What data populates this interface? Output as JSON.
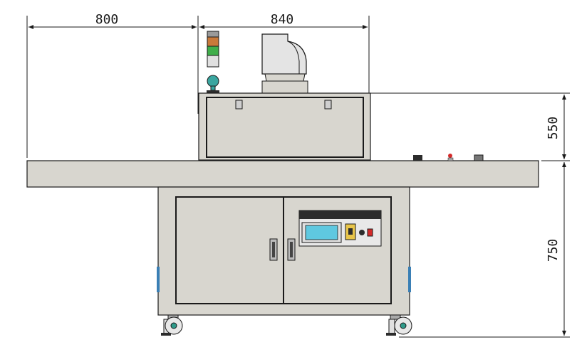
{
  "dimensions": {
    "conveyor_extension_width": "800",
    "lamp_housing_width": "840",
    "lamp_housing_height": "550",
    "cabinet_height": "750"
  },
  "colors": {
    "body_fill": "#d8d6cf",
    "line": "#1a1a1a",
    "panel_screen": "#5fc8e0",
    "signal_orange": "#c8793a",
    "signal_green": "#3fae4a",
    "beacon_teal": "#3aa6a0",
    "stop_red": "#d42a2a",
    "key_yellow": "#e8c54a"
  },
  "icons": [
    "signal-tower-icon",
    "beacon-light-icon",
    "touch-screen-icon",
    "emergency-stop-icon",
    "caster-wheel-icon"
  ]
}
